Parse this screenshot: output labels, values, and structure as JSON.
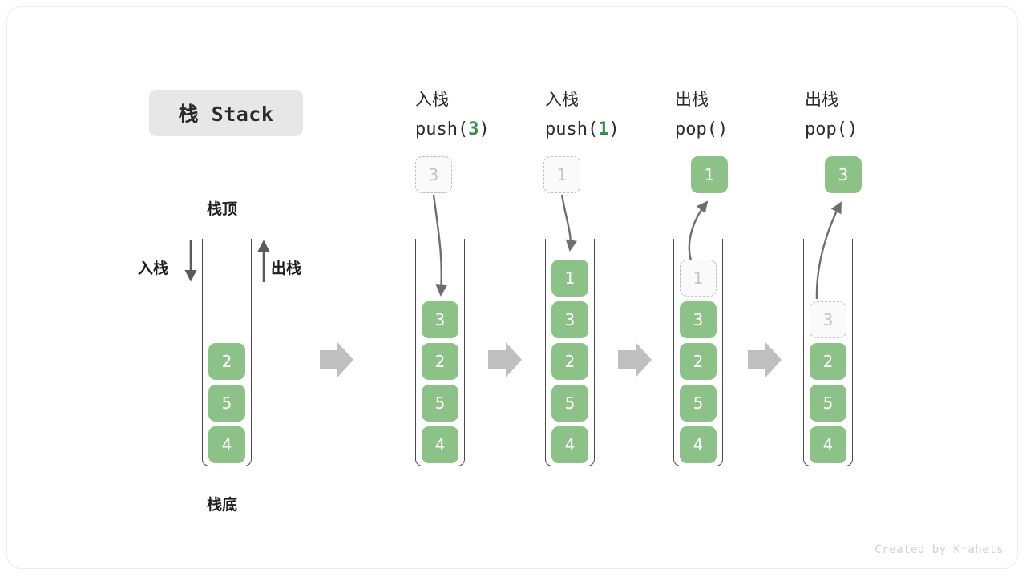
{
  "figure": {
    "title": "栈 Stack",
    "credit": "Created by Krahets",
    "colors": {
      "cell_green": "#8cc288",
      "ghost_border": "#bdbdbd",
      "ghost_text": "#c4c4c4",
      "arrow_gray": "#bfbfbf",
      "line_gray": "#6e6e6e",
      "accent_green_text": "#2f8f46",
      "chip_bg": "#e7e7e7"
    }
  },
  "base_stack": {
    "top_label": "栈顶",
    "bottom_label": "栈底",
    "push_label": "入栈",
    "pop_label": "出栈",
    "cells": [
      "2",
      "5",
      "4"
    ]
  },
  "steps": [
    {
      "id": "push-3",
      "head_cn": "入栈",
      "head_code_prefix": "push(",
      "head_code_arg": "3",
      "head_code_suffix": ")",
      "float_box": {
        "value": "3",
        "style": "ghost"
      },
      "arrow_direction": "down",
      "cells": [
        {
          "value": "3",
          "style": "filled"
        },
        {
          "value": "2",
          "style": "filled"
        },
        {
          "value": "5",
          "style": "filled"
        },
        {
          "value": "4",
          "style": "filled"
        }
      ]
    },
    {
      "id": "push-1",
      "head_cn": "入栈",
      "head_code_prefix": "push(",
      "head_code_arg": "1",
      "head_code_suffix": ")",
      "float_box": {
        "value": "1",
        "style": "ghost"
      },
      "arrow_direction": "down",
      "cells": [
        {
          "value": "1",
          "style": "filled"
        },
        {
          "value": "3",
          "style": "filled"
        },
        {
          "value": "2",
          "style": "filled"
        },
        {
          "value": "5",
          "style": "filled"
        },
        {
          "value": "4",
          "style": "filled"
        }
      ]
    },
    {
      "id": "pop-1",
      "head_cn": "出栈",
      "head_code_prefix": "pop(",
      "head_code_arg": "",
      "head_code_suffix": ")",
      "float_box": {
        "value": "1",
        "style": "filled"
      },
      "arrow_direction": "up",
      "cells": [
        {
          "value": "1",
          "style": "ghost"
        },
        {
          "value": "3",
          "style": "filled"
        },
        {
          "value": "2",
          "style": "filled"
        },
        {
          "value": "5",
          "style": "filled"
        },
        {
          "value": "4",
          "style": "filled"
        }
      ]
    },
    {
      "id": "pop-3",
      "head_cn": "出栈",
      "head_code_prefix": "pop(",
      "head_code_arg": "",
      "head_code_suffix": ")",
      "float_box": {
        "value": "3",
        "style": "filled"
      },
      "arrow_direction": "up",
      "cells": [
        {
          "value": "3",
          "style": "ghost"
        },
        {
          "value": "2",
          "style": "filled"
        },
        {
          "value": "5",
          "style": "filled"
        },
        {
          "value": "4",
          "style": "filled"
        }
      ]
    }
  ],
  "transition_arrows": 4
}
